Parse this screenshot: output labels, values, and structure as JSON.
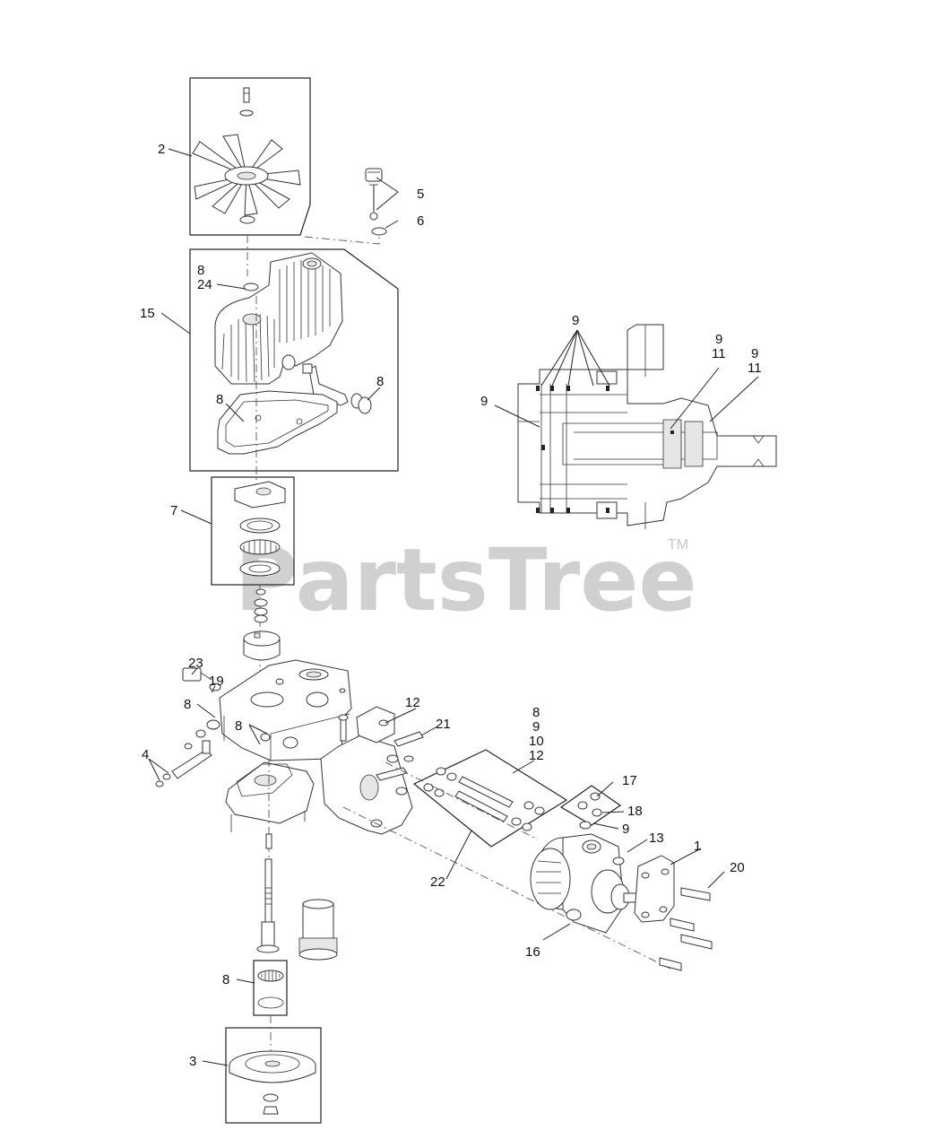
{
  "watermark": {
    "text": "PartsTree",
    "trademark": "TM"
  },
  "callouts": {
    "c1": "1",
    "c2": "2",
    "c3": "3",
    "c4": "4",
    "c5": "5",
    "c6": "6",
    "c7": "7",
    "c8_fan_top": "8",
    "c24": "24",
    "c15": "15",
    "c8_gasket": "8",
    "c8_seal": "8",
    "c8_housing_a": "8",
    "c8_housing_b": "8",
    "c8_bearing": "8",
    "c9_top": "9",
    "c9_left": "9",
    "c9_r1": "9",
    "c11_r1": "11",
    "c9_r2": "9",
    "c11_r2": "11",
    "c12": "12",
    "c21": "21",
    "c23": "23",
    "c19": "19",
    "kit_8": "8",
    "kit_9": "9",
    "kit_10": "10",
    "kit_12": "12",
    "c17": "17",
    "c18": "18",
    "c9_kit": "9",
    "c13": "13",
    "c20": "20",
    "c22": "22",
    "c16": "16"
  },
  "icons": [
    "fan-icon",
    "housing-icon",
    "bearing-icon",
    "pump-icon",
    "motor-icon",
    "pulley-icon",
    "cross-section-icon"
  ]
}
